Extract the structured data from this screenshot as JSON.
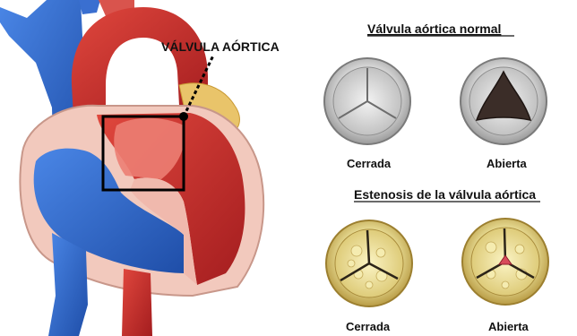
{
  "callout": "VÁLVULA AÓRTICA",
  "normal": {
    "title": "Válvula aórtica normal",
    "closed": "Cerrada",
    "open": "Abierta"
  },
  "stenosis": {
    "title": "Estenosis de la válvula aórtica",
    "closed": "Cerrada",
    "open": "Abierta"
  },
  "colors": {
    "vena": "#2f64c8",
    "aorta": "#c72a2a",
    "heart_wall": "#f2c9bd",
    "normal_valve": "#dcdcdc",
    "stenotic_valve": "#eadf98",
    "calcium": "#f4ee9c"
  }
}
